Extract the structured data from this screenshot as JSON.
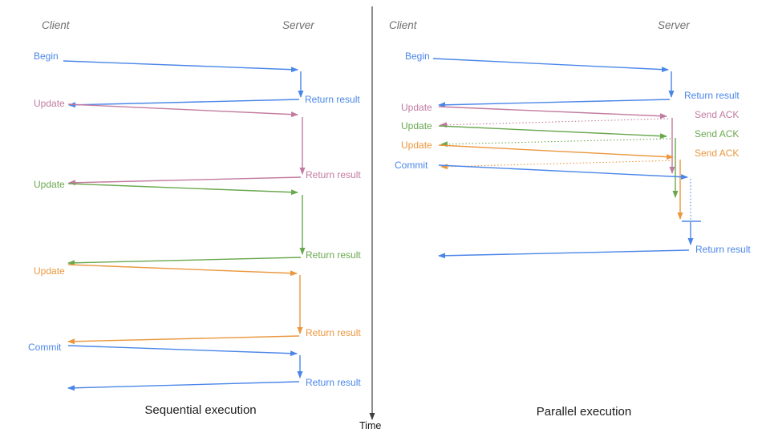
{
  "diagram_title": "Sequential vs parallel execution of client-server requests",
  "colors": {
    "blue": "#4a86e8",
    "pink": "#c27ba0",
    "green": "#6aa84f",
    "orange": "#ea973e",
    "header_gray": "#6e6e6e",
    "caption_black": "#1b1b1b",
    "time_axis": "#3f3f3f"
  },
  "time_axis": {
    "label": "Time"
  },
  "panels": {
    "left": {
      "client_header": "Client",
      "server_header": "Server",
      "caption": "Sequential execution",
      "messages": [
        {
          "label": "Begin",
          "color": "blue",
          "response": "Return result",
          "response_style": "solid"
        },
        {
          "label": "Update",
          "color": "pink",
          "response": "Return result",
          "response_style": "solid"
        },
        {
          "label": "Update",
          "color": "green",
          "response": "Return result",
          "response_style": "solid"
        },
        {
          "label": "Update",
          "color": "orange",
          "response": "Return result",
          "response_style": "solid"
        },
        {
          "label": "Commit",
          "color": "blue",
          "response": "Return result",
          "response_style": "solid"
        }
      ]
    },
    "right": {
      "client_header": "Client",
      "server_header": "Server",
      "caption": "Parallel execution",
      "messages": [
        {
          "label": "Begin",
          "color": "blue",
          "response": "Return result",
          "response_style": "solid"
        },
        {
          "label": "Update",
          "color": "pink",
          "response": "Send ACK",
          "response_style": "dotted"
        },
        {
          "label": "Update",
          "color": "green",
          "response": "Send ACK",
          "response_style": "dotted"
        },
        {
          "label": "Update",
          "color": "orange",
          "response": "Send ACK",
          "response_style": "dotted"
        },
        {
          "label": "Commit",
          "color": "blue",
          "response": "Return result",
          "response_style": "solid"
        }
      ]
    }
  }
}
